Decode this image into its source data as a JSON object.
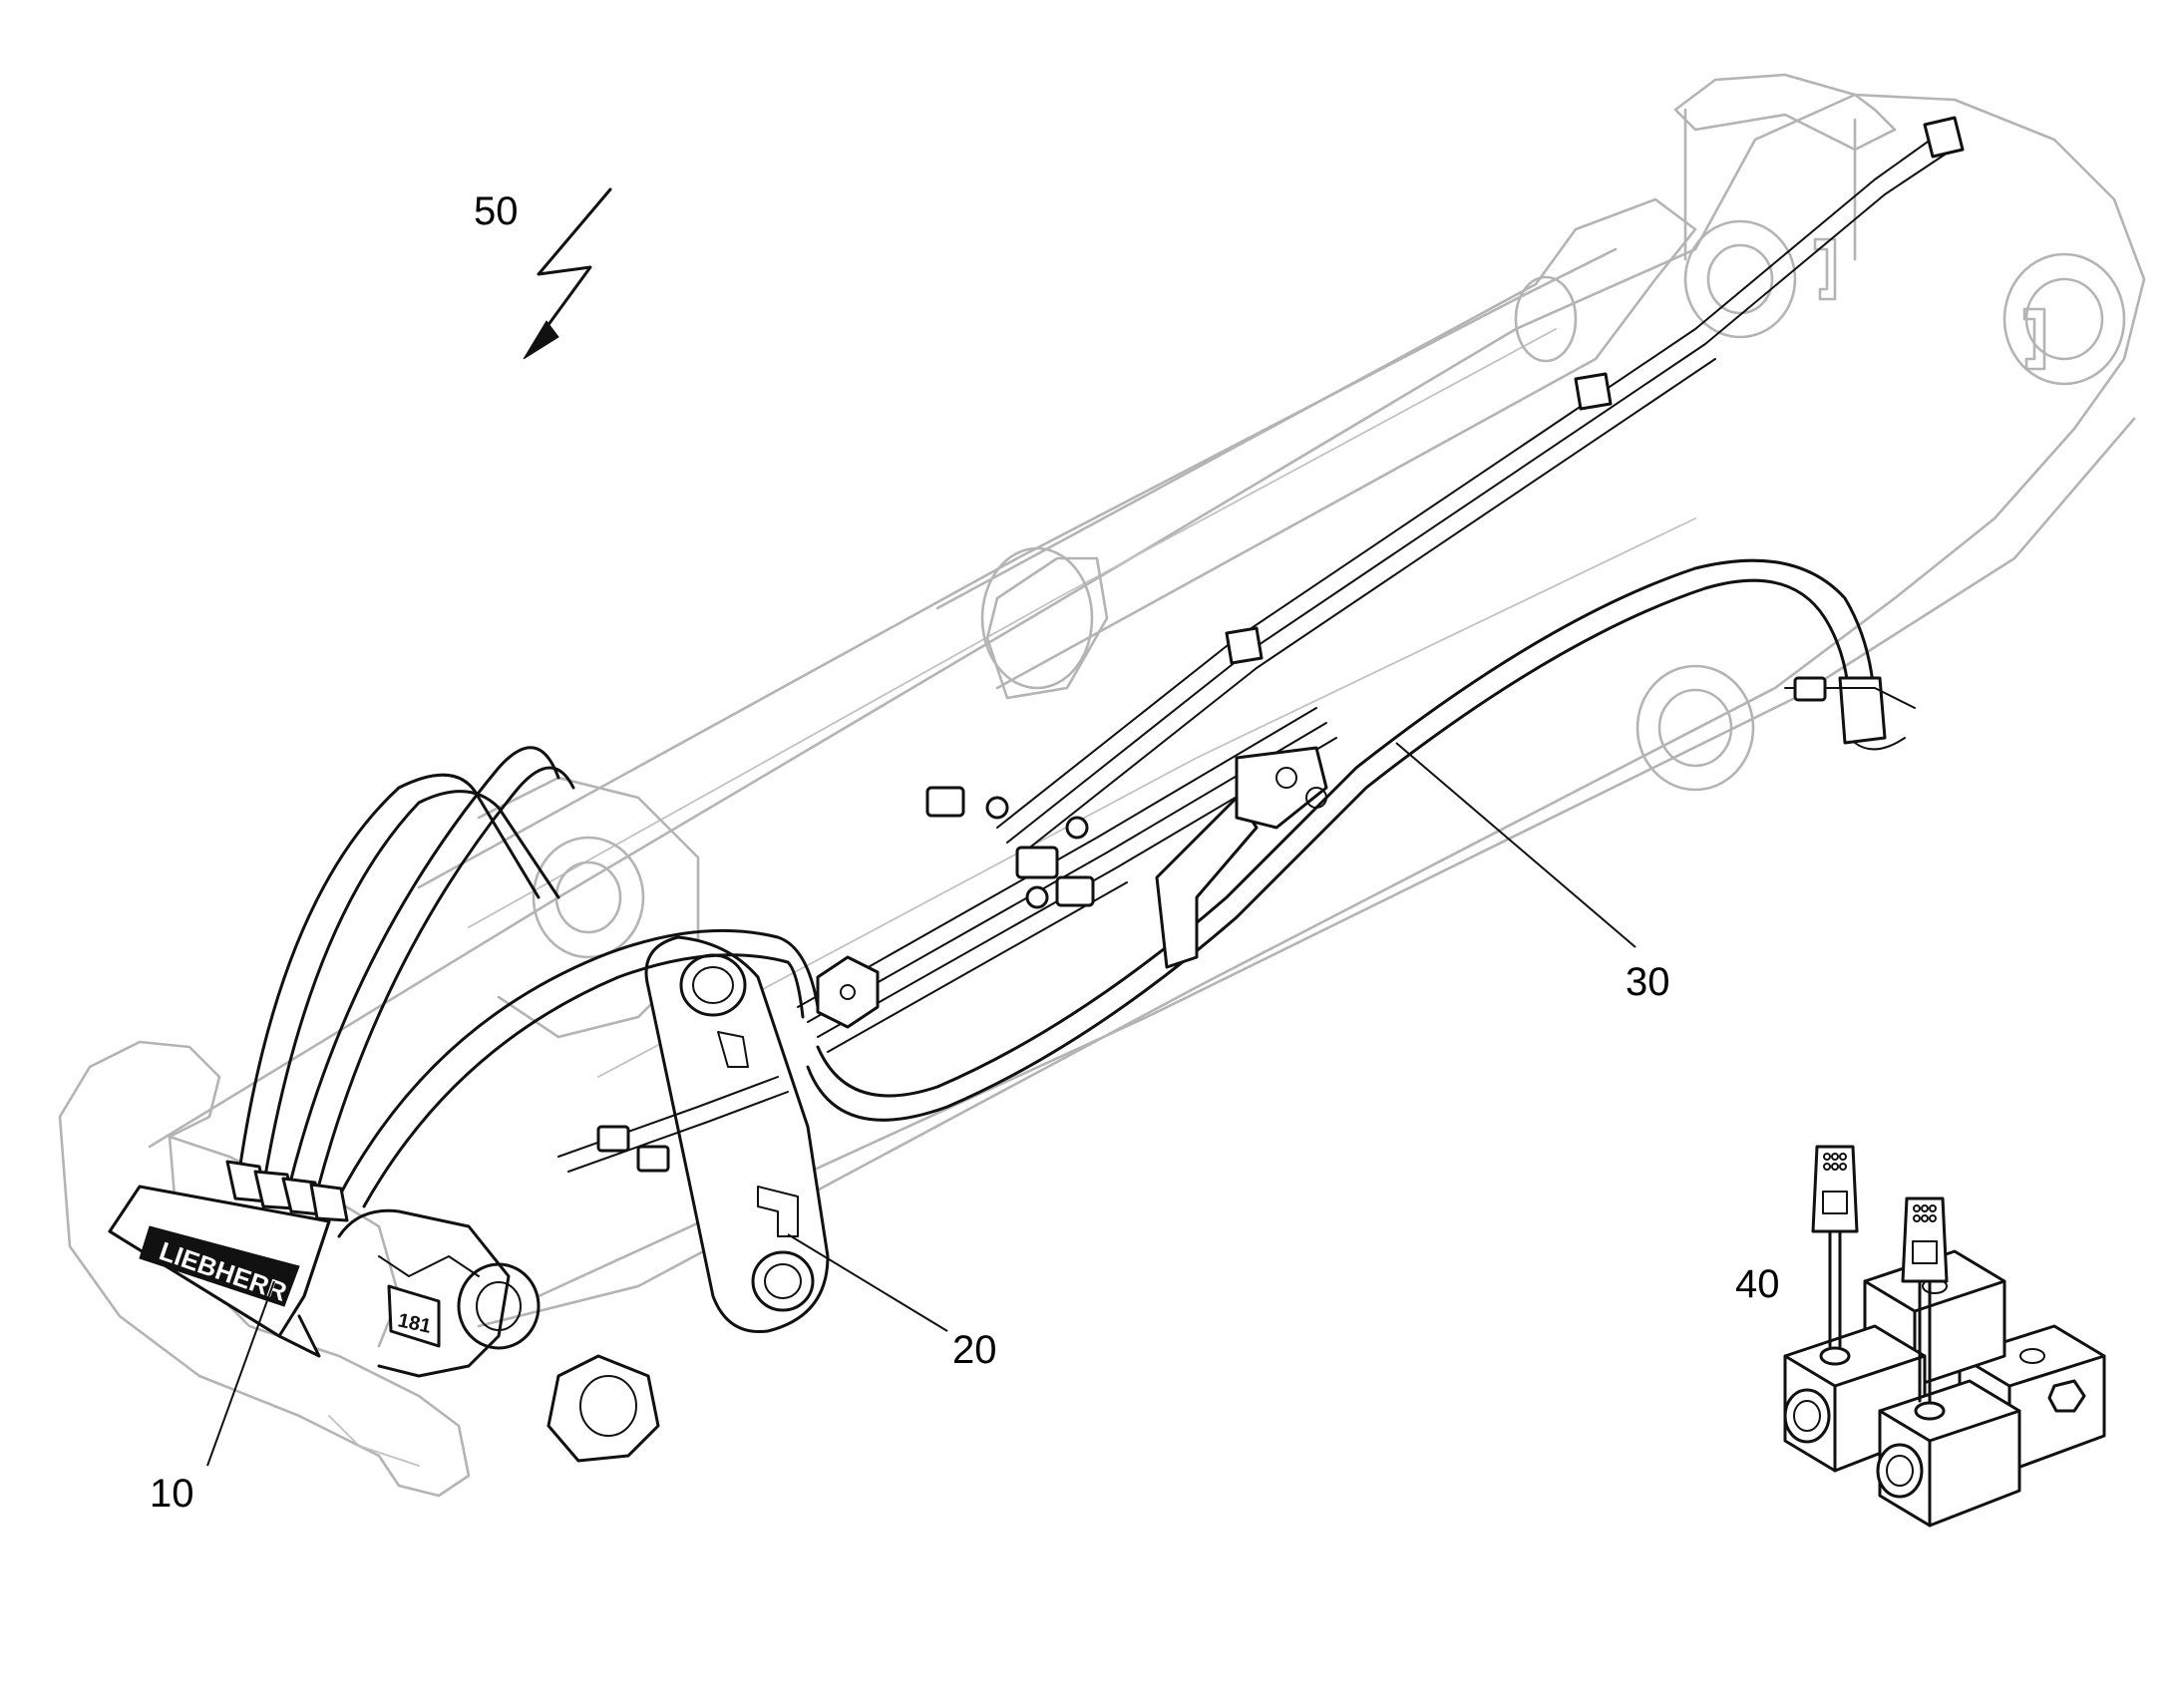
{
  "callouts": {
    "c10": "10",
    "c20": "20",
    "c30": "30",
    "c40": "40",
    "c50": "50"
  },
  "brand_text": "LIEBHERR",
  "plate_text": "181",
  "colors": {
    "line_art": "#111111",
    "ghost_outline": "#b4b4b4",
    "background": "#ffffff"
  }
}
